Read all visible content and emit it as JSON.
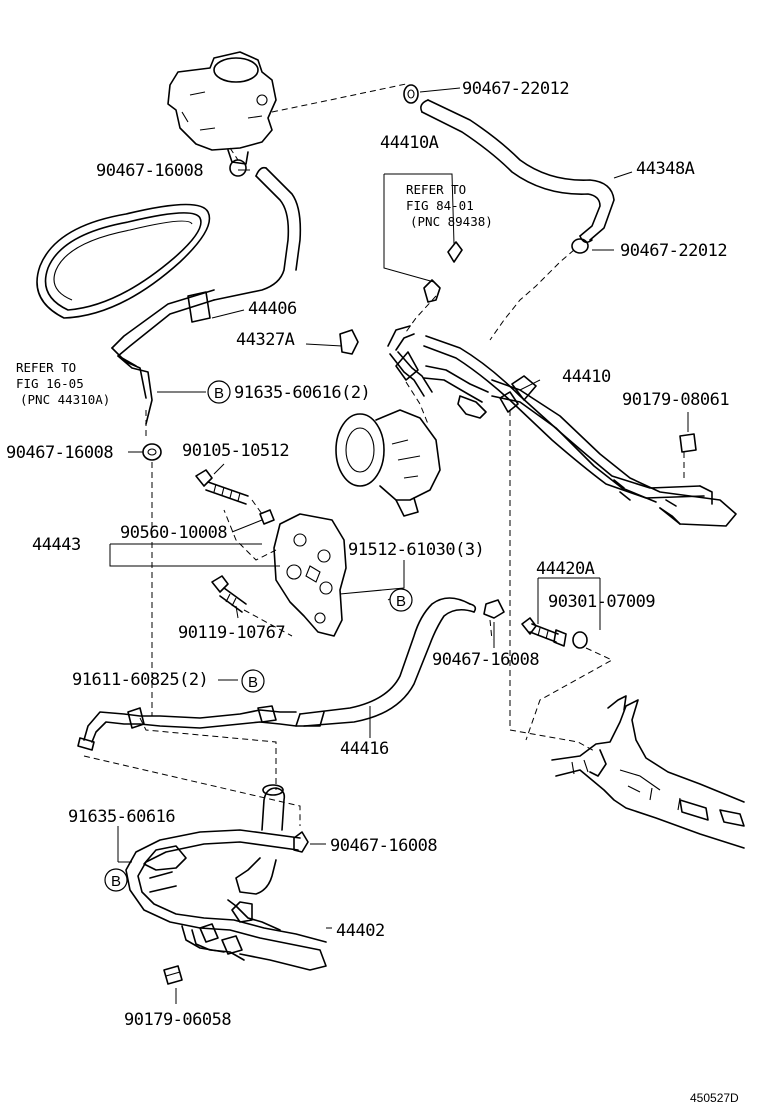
{
  "labels": {
    "p_90467_22012_top": "90467-22012",
    "p_90467_16008_a": "90467-16008",
    "p_44410A": "44410A",
    "p_44348A": "44348A",
    "p_90467_22012_mid": "90467-22012",
    "p_44406": "44406",
    "p_44327A": "44327A",
    "p_44410": "44410",
    "p_91635_60616_2": "91635-60616(2)",
    "p_90179_08061": "90179-08061",
    "p_90467_16008_b": "90467-16008",
    "p_90105_10512": "90105-10512",
    "p_44443": "44443",
    "p_90560_10008": "90560-10008",
    "p_91512_61030_3": "91512-61030(3)",
    "p_44420A": "44420A",
    "p_90301_07009": "90301-07009",
    "p_90119_10767": "90119-10767",
    "p_90467_16008_c": "90467-16008",
    "p_91611_60825_2": "91611-60825(2)",
    "p_44416": "44416",
    "p_91635_60616": "91635-60616",
    "p_90467_16008_d": "90467-16008",
    "p_44402": "44402",
    "p_90179_06058": "90179-06058"
  },
  "refs": {
    "ref1_l1": "REFER TO",
    "ref1_l2": "FIG 84-01",
    "ref1_l3": "(PNC 89438)",
    "ref2_l1": "REFER TO",
    "ref2_l2": "FIG 16-05",
    "ref2_l3": "(PNC 44310A)"
  },
  "callouts": {
    "b": "B"
  },
  "figure_id": "450527D"
}
